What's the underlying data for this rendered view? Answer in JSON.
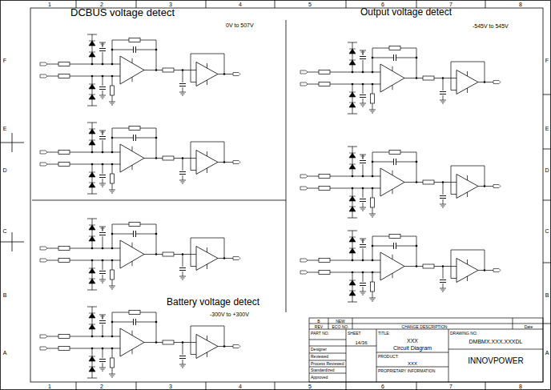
{
  "diagram": {
    "labels": [
      "DCBUS voltage detect",
      "0V to 507V",
      "Output voltage detect",
      "-545V to 545V",
      "Battery voltage detect",
      "-300V to +300V",
      "1",
      "2",
      "3",
      "4",
      "5",
      "6",
      "7",
      "8",
      "1",
      "2",
      "3",
      "4",
      "5",
      "6",
      "7",
      "8",
      "F",
      "E",
      "D",
      "C",
      "B",
      "A",
      "F",
      "E",
      "D",
      "C",
      "B",
      "A",
      "B",
      "NEW",
      "REV",
      "ECO NO.",
      "CHANGE DESCRIPTION",
      "Date",
      "PART NO.",
      "SHEET",
      "14/36",
      "TITLE:",
      "XXX",
      "Circuit Diagram",
      "DRAWING NO.",
      "DMBMX.XXX.XXXDL",
      "INNOVPOWER",
      "Designer",
      "Reviewed",
      "Process Reviewed",
      "Standardized",
      "Approved",
      "PRODUCT:",
      "XXX",
      "PROPRIETARY INFORMATION"
    ]
  }
}
